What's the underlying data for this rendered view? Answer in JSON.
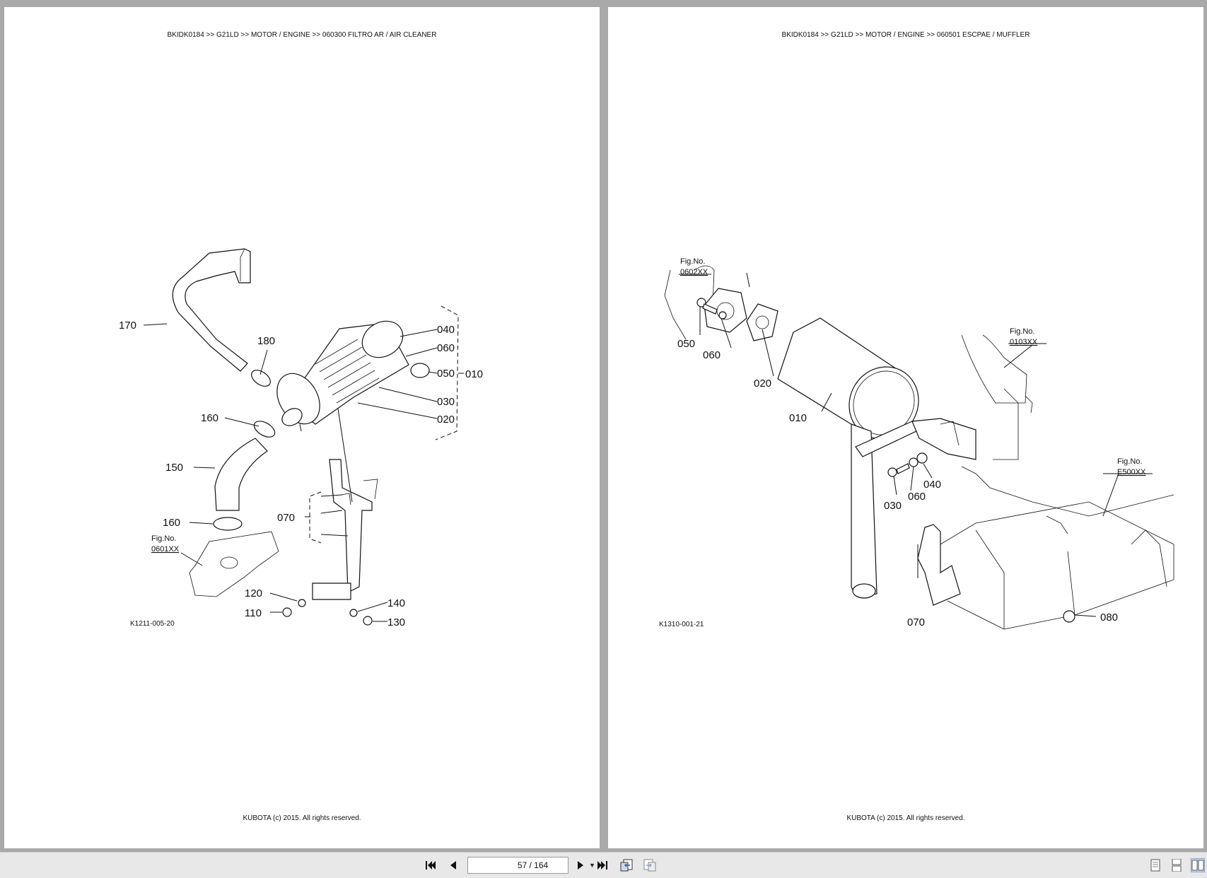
{
  "left_page": {
    "header": "BKIDK0184 >> G21LD >> MOTOR / ENGINE >> 060300   FILTRO AR / AIR CLEANER",
    "footer": "KUBOTA (c) 2015. All rights reserved.",
    "drawing_code": "K1211-005-20",
    "fig_ref_prefix": "Fig.No.",
    "fig_ref_number": "0601XX",
    "part_labels": [
      "170",
      "180",
      "040",
      "060",
      "050",
      "010",
      "030",
      "020",
      "160",
      "150",
      "160",
      "070",
      "120",
      "110",
      "140",
      "130"
    ]
  },
  "right_page": {
    "header": "BKIDK0184 >> G21LD >> MOTOR / ENGINE >> 060501   ESCPAE / MUFFLER",
    "footer": "KUBOTA (c) 2015. All rights reserved.",
    "drawing_code": "K1310-001-21",
    "fig_refs": [
      {
        "prefix": "Fig.No.",
        "number": "0602XX"
      },
      {
        "prefix": "Fig.No.",
        "number": "0103XX"
      },
      {
        "prefix": "Fig.No.",
        "number": "E500XX"
      }
    ],
    "part_labels": [
      "050",
      "060",
      "020",
      "010",
      "030",
      "060",
      "040",
      "070",
      "080"
    ]
  },
  "toolbar": {
    "page_indicator": "57 / 164",
    "icons": {
      "first": "skip-to-first-icon",
      "prev": "previous-page-icon",
      "next": "next-page-icon",
      "last": "skip-to-last-icon",
      "back": "go-back-icon",
      "forward": "go-forward-icon",
      "single": "single-page-view-icon",
      "continuous": "continuous-view-icon",
      "facing": "facing-pages-view-icon"
    }
  }
}
